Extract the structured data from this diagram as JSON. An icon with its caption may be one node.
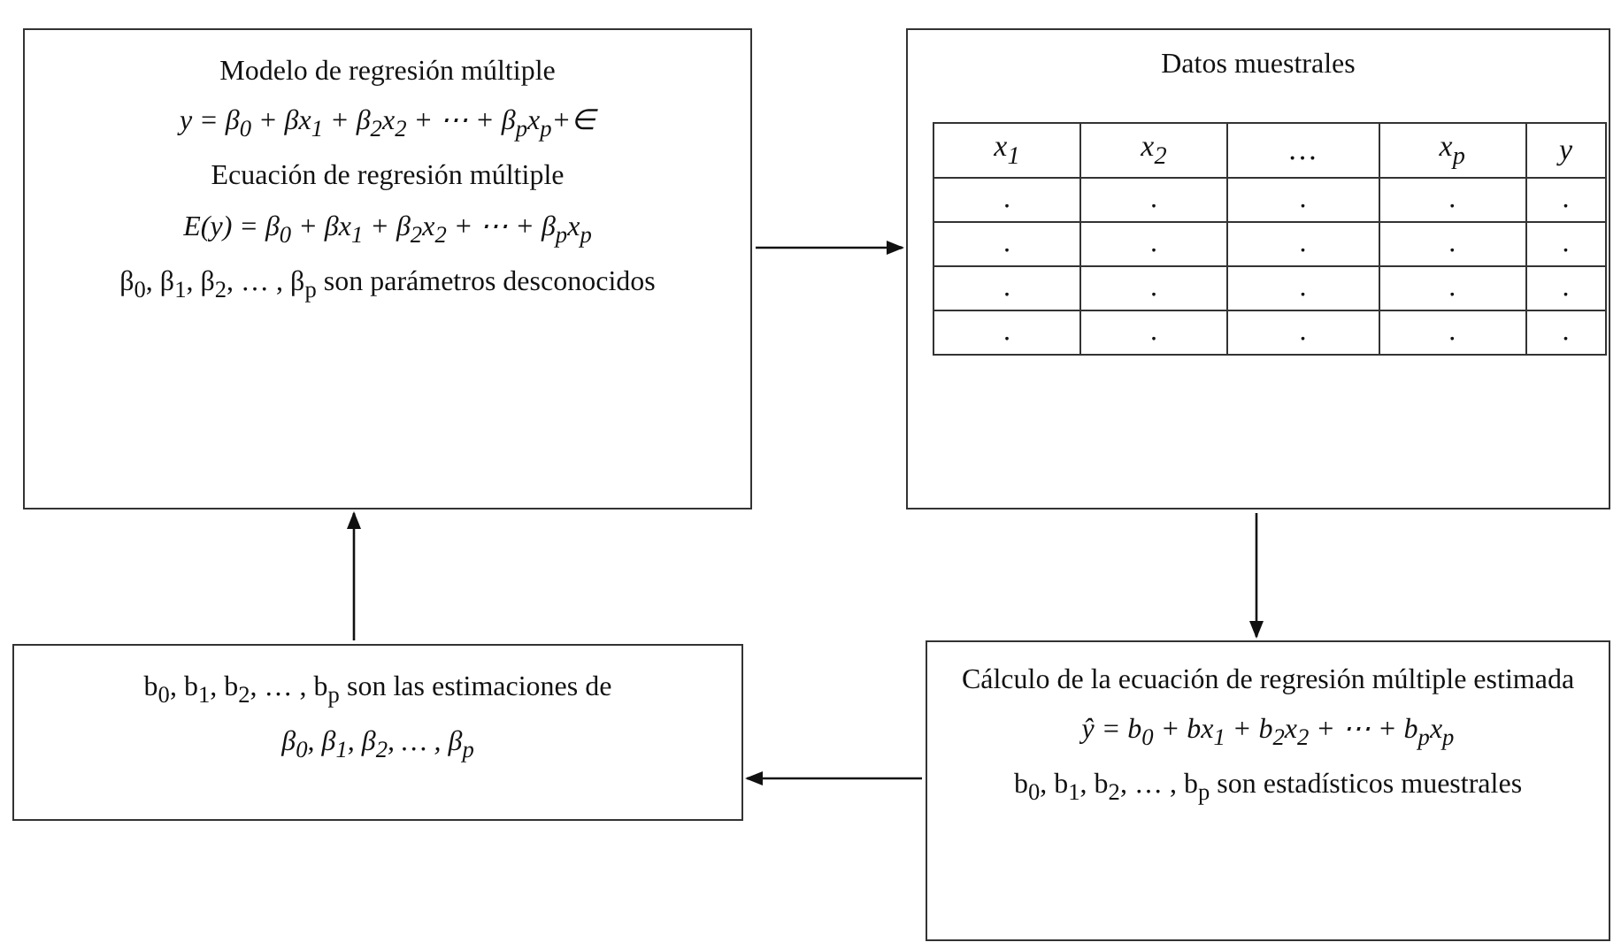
{
  "diagram": {
    "nodes": [
      {
        "text": [
          "Modelo de regresión múltiple",
          "y = β$_{0}$ + βx$_{1}$ + β$_{2}$x$_{2}$ + ⋯ + β$_{p}$x$_{p}$+∈",
          "Ecuación de regresión múltiple",
          "E(y) = β$_{0}$ + βx$_{1}$ + β$_{2}$x$_{2}$ + ⋯ + β$_{p}$x$_{p}$",
          "β$_{0}$, β$_{1}$, β$_{2}$, … , β$_{p}$ son parámetros desconocidos"
        ]
      },
      {
        "text": [
          "Datos muestrales"
        ]
      },
      {
        "text": [
          "Cálculo de la ecuación de regresión múltiple estimada",
          "ŷ = b$_{0}$ + bx$_{1}$ + b$_{2}$x$_{2}$ + ⋯ + b$_{p}$x$_{p}$",
          "b$_{0}$, b$_{1}$, b$_{2}$, … , b$_{p}$ son estadísticos muestrales"
        ]
      },
      {
        "text": [
          "b$_{0}$, b$_{1}$, b$_{2}$, … , b$_{p}$ son las estimaciones de",
          "β$_{0}$, β$_{1}$, β$_{2}$, … , β$_{p}$"
        ]
      }
    ],
    "edges": [
      {
        "from": 0,
        "to": 1,
        "arrow": "to"
      },
      {
        "from": 1,
        "to": 2,
        "arrow": "to"
      },
      {
        "from": 2,
        "to": 3,
        "arrow": "to"
      },
      {
        "from": 3,
        "to": 0,
        "arrow": "to"
      }
    ],
    "labels": [
      "x$_{1}$",
      "x$_{2}$",
      "…",
      "x$_{p}$",
      "y",
      ".",
      ".",
      ".",
      ".",
      ".",
      ".",
      ".",
      ".",
      ".",
      ".",
      ".",
      ".",
      ".",
      ".",
      ".",
      ".",
      ".",
      ".",
      ".",
      "."
    ]
  }
}
